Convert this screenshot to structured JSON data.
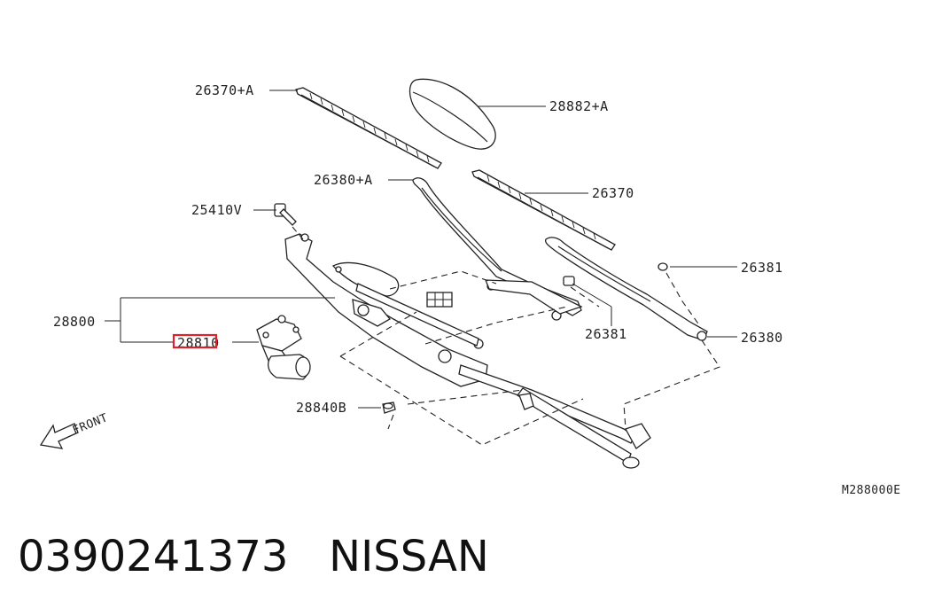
{
  "diagram": {
    "callouts": {
      "blade_lh_alt": "26370+A",
      "cover": "28882+A",
      "arm_lh": "26380+A",
      "blade_rh": "26370",
      "bolt": "25410V",
      "cap_rh": "26381",
      "linkage_assy": "28800",
      "motor": "28810",
      "cap_lh": "26381",
      "arm_rh": "26380",
      "nut": "28840B"
    },
    "direction_label": "FRONT",
    "figure_code": "M288000E",
    "highlight_color": "#e0202a"
  },
  "footer": {
    "part_number": "0390241373",
    "brand": "NISSAN"
  }
}
